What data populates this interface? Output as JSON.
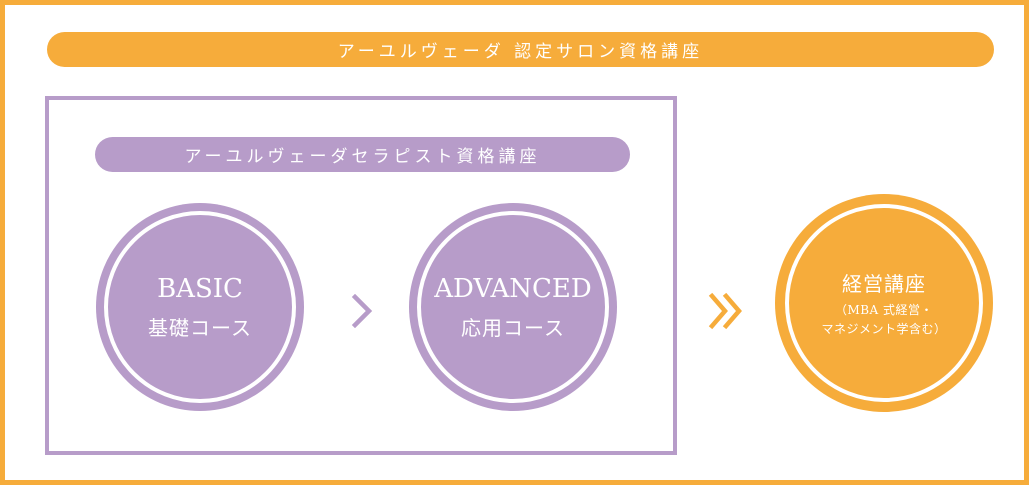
{
  "banner": {
    "title": "アーユルヴェーダ 認定サロン資格講座"
  },
  "therapist": {
    "title": "アーユルヴェーダセラピスト資格講座"
  },
  "basic": {
    "title": "BASIC",
    "subtitle": "基礎コース"
  },
  "advanced": {
    "title": "ADVANCED",
    "subtitle": "応用コース"
  },
  "management": {
    "title": "経営講座",
    "note_line1": "（MBA 式経営・",
    "note_line2": "マネジメント学含む）"
  },
  "arrows": {
    "single": "chevron-right-icon",
    "double": "double-chevron-right-icon"
  },
  "colors": {
    "orange": "#f6ac3b",
    "purple": "#b79cc9",
    "text": "#ffffff"
  }
}
